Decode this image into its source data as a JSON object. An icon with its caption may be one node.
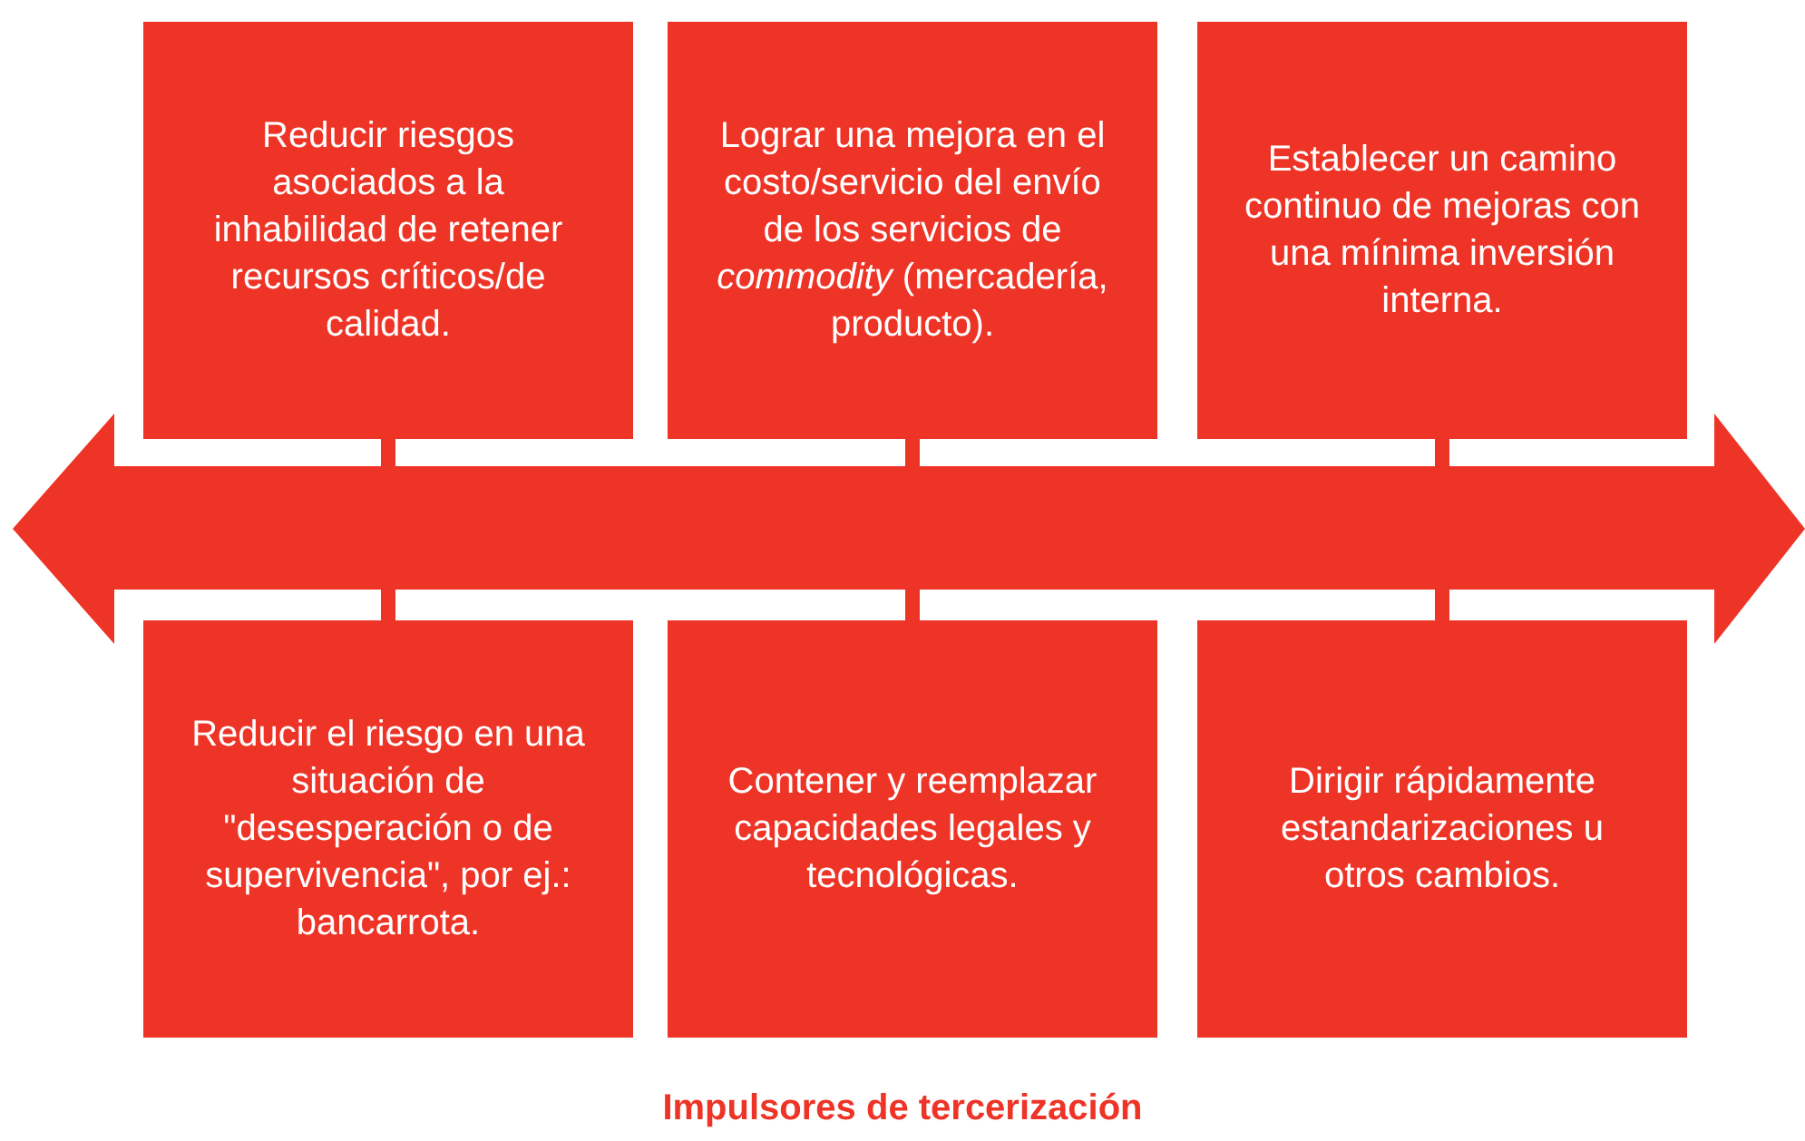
{
  "diagram": {
    "caption": "Impulsores de tercerización",
    "nodes": [
      {
        "text": [
          "Reducir riesgos asociados a la inhabilidad de retener recursos críticos/de calidad."
        ]
      },
      {
        "text": [
          "Lograr una mejora en el costo/servicio del envío de los servicios de *commodity* (mercadería, producto)."
        ]
      },
      {
        "text": [
          "Establecer un camino continuo de mejoras con una mínima inversión interna."
        ]
      },
      {
        "text": [
          "Reducir el riesgo en una situación de \"desesperación o de supervivencia\", por ej.: bancarrota."
        ]
      },
      {
        "text": [
          "Contener y reemplazar capacidades legales y tecnológicas."
        ]
      },
      {
        "text": [
          "Dirigir rápidamente estandarizaciones u otros cambios."
        ]
      },
      {
        "text": [],
        "shape": "arrow"
      }
    ],
    "edges": [
      {
        "from": 0,
        "to": 6,
        "arrow": "none"
      },
      {
        "from": 1,
        "to": 6,
        "arrow": "none"
      },
      {
        "from": 2,
        "to": 6,
        "arrow": "none"
      },
      {
        "from": 3,
        "to": 6,
        "arrow": "none"
      },
      {
        "from": 4,
        "to": 6,
        "arrow": "none"
      },
      {
        "from": 5,
        "to": 6,
        "arrow": "none"
      }
    ]
  }
}
